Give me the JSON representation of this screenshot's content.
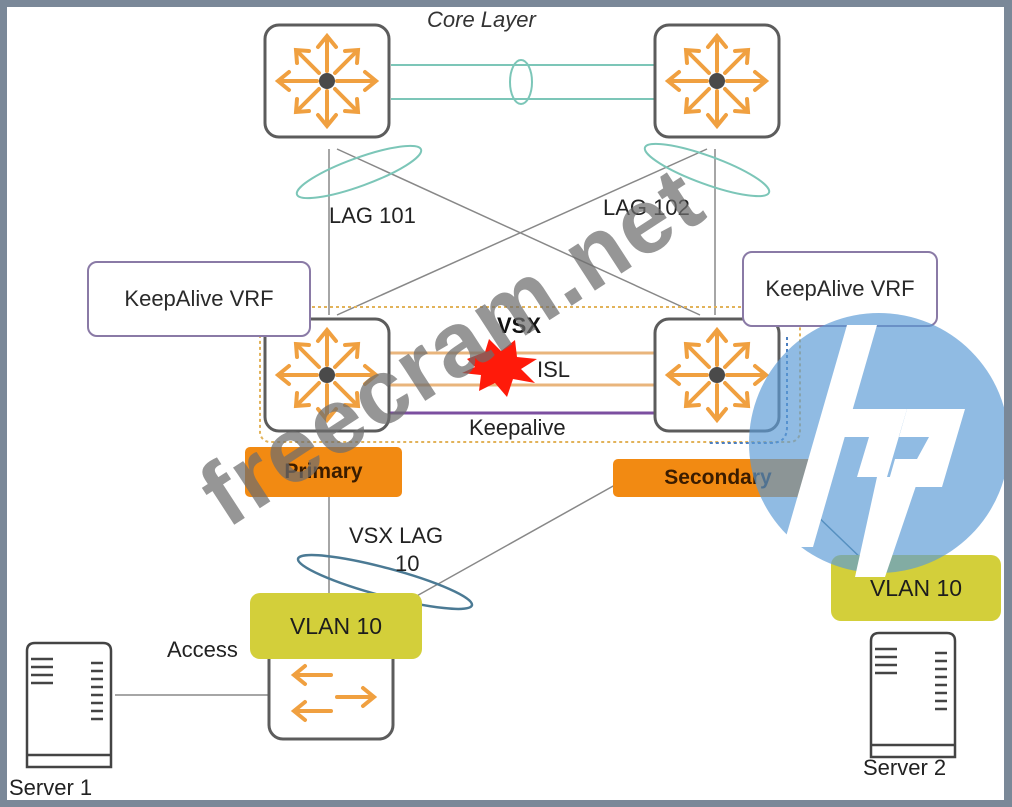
{
  "diagram": {
    "title": "Core Layer",
    "nodes": {
      "core_left": {
        "icon": "router-icon"
      },
      "core_right": {
        "icon": "router-icon"
      },
      "vsx_primary": {
        "icon": "router-icon",
        "role": "Primary"
      },
      "vsx_secondary": {
        "icon": "router-icon",
        "role": "Secondary"
      },
      "access_switch": {
        "icon": "switch-icon",
        "label": "Access"
      },
      "server1": {
        "icon": "server-icon",
        "label": "Server 1"
      },
      "server2": {
        "icon": "server-icon",
        "label": "Server 2"
      }
    },
    "labels": {
      "lag_left": "LAG 101",
      "lag_right": "LAG 102",
      "vrf_left": "KeepAlive VRF",
      "vrf_right": "KeepAlive VRF",
      "vsx": "VSX",
      "isl": "ISL",
      "keepalive": "Keepalive",
      "vsx_lag_line1": "VSX LAG",
      "vsx_lag_line2": "10",
      "vlan_left": "VLAN 10",
      "vlan_right": "VLAN 10"
    },
    "link_status": {
      "isl": "failed"
    },
    "colors": {
      "router_arrows": "#f0a040",
      "isl_links": "#e9b57c",
      "keepalive_link": "#7c4fa0",
      "core_lag": "#7cc6b8",
      "role_badge": "#f28a12",
      "vlan_badge": "#d3cf3a",
      "failure_burst": "#ff1a0a",
      "logo": "#5b9bd5"
    }
  },
  "overlays": {
    "watermark": "freecram.net",
    "logo_text": "hp"
  }
}
